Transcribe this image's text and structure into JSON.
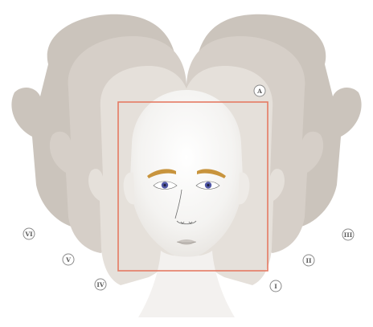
{
  "diagram": {
    "labels": {
      "frame": "A",
      "views": [
        "I",
        "II",
        "III",
        "IV",
        "V",
        "VI"
      ]
    },
    "colors": {
      "frame": "#e57a63",
      "iris": "#5158a6",
      "eyebrow": "#c8943d",
      "back_head": "#c8c0b8",
      "mid_head": "#d7d0c9",
      "near_head": "#e7e2dc",
      "front_face": "#f7f6f4",
      "label_stroke": "#8a8a8a"
    }
  }
}
